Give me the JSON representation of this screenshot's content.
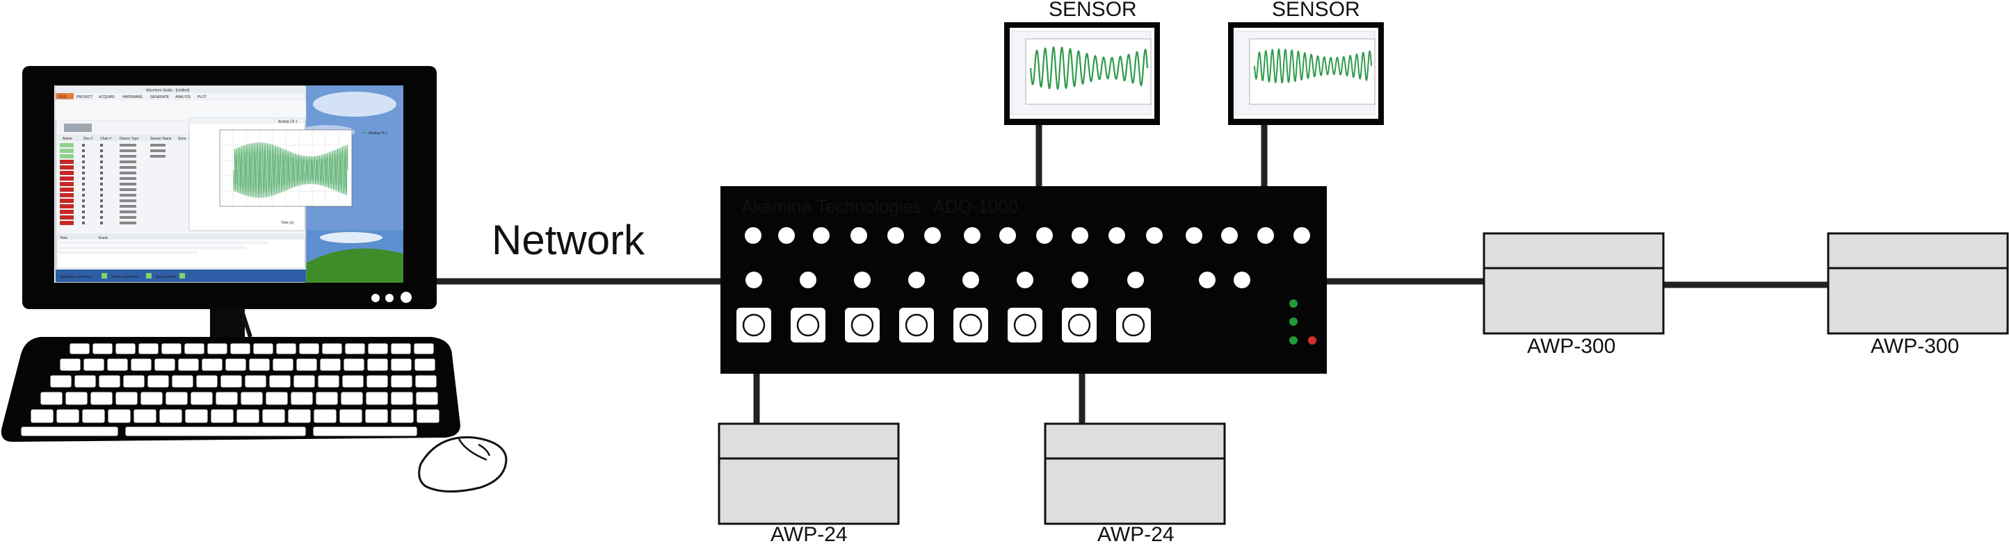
{
  "network_label": "Network",
  "device": {
    "brand": "Akamina Technologies",
    "model": "ADQ-1000",
    "title_color": "#c62828",
    "led_colors": [
      "#1f9a3a",
      "#1f9a3a",
      "#d32f2f"
    ]
  },
  "sensors": [
    "SENSOR",
    "SENSOR"
  ],
  "modules": {
    "bottom_left": "AWP-24",
    "bottom_right": "AWP-24",
    "right_1": "AWP-300",
    "right_2": "AWP-300"
  },
  "monitor": {
    "app_title": "Waveform Studio - [Untitled]",
    "menu_tabs": [
      "FILE",
      "PROJECT",
      "ACQUIRE",
      "HARDWARE",
      "GENERATE",
      "ANALYZE",
      "PLOT"
    ],
    "table_headers": [
      "Active",
      "Dev #",
      "Chan #",
      "Device Type",
      "Sensor Name",
      "Sens"
    ],
    "plot_title": "Analog Ch 1",
    "legend": "Analog Ch 1",
    "x_axis_label": "Time (s)",
    "log_header": [
      "Time",
      "Event"
    ],
    "status_items": [
      "Database connected",
      "Server connected",
      "Server online"
    ]
  }
}
